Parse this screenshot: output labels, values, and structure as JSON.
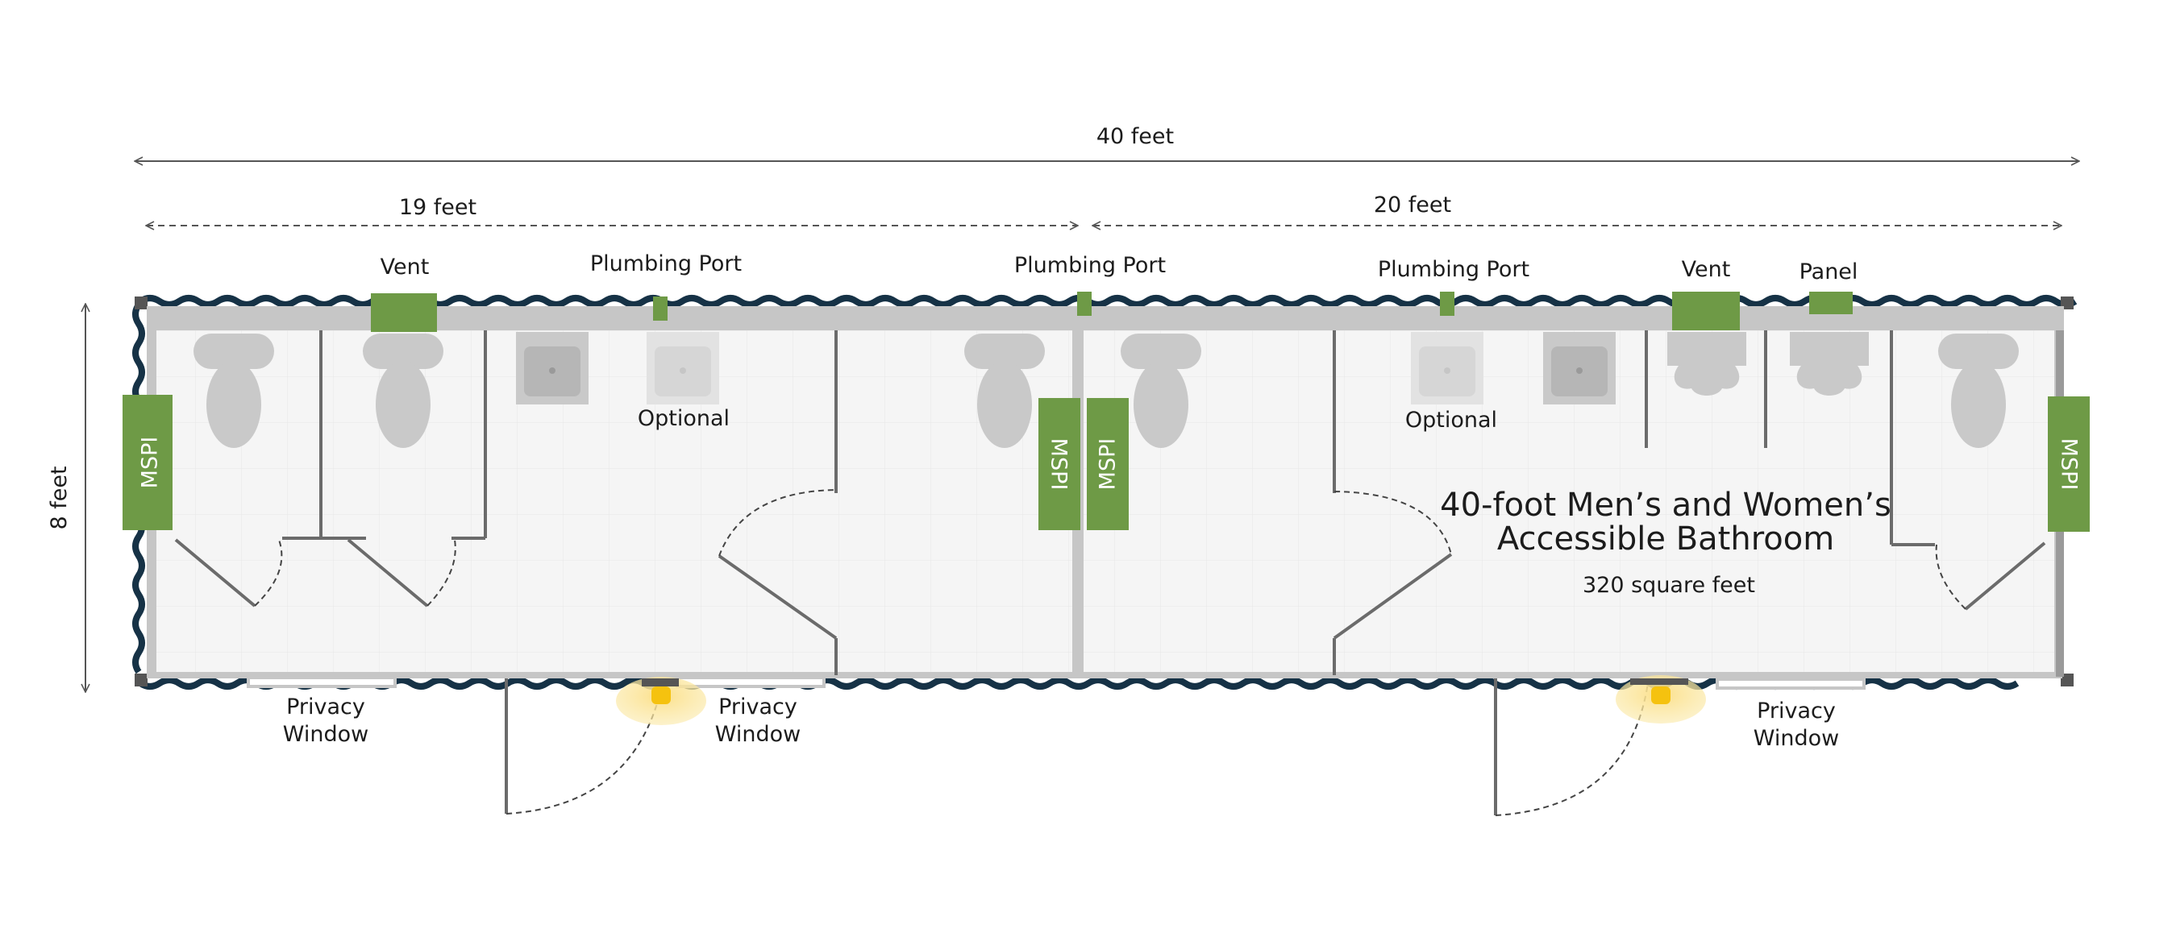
{
  "dimensions": {
    "total_length": "40 feet",
    "left_section": "19 feet",
    "right_section": "20 feet",
    "width": "8 feet"
  },
  "title": {
    "line1": "40-foot Men’s and Women’s",
    "line2": "Accessible Bathroom",
    "area": "320 square feet"
  },
  "top_labels": {
    "vent_left": "Vent",
    "plumbing_port_left": "Plumbing Port",
    "plumbing_port_center": "Plumbing Port",
    "plumbing_port_right": "Plumbing Port",
    "vent_right": "Vent",
    "panel": "Panel"
  },
  "optional_labels": {
    "left": "Optional",
    "right": "Optional"
  },
  "mspi_labels": {
    "far_left": "MSPI",
    "center_left": "MSPI",
    "center_right": "MSPI",
    "far_right": "MSPI"
  },
  "window_labels": {
    "left": [
      "Privacy",
      "Window"
    ],
    "middle": [
      "Privacy",
      "Window"
    ],
    "right": [
      "Privacy",
      "Window"
    ]
  },
  "colors": {
    "accent_green": "#6e9a46",
    "container_navy": "#163246",
    "wall_gray": "#c6c6c6",
    "partition_gray": "#6b6b6b",
    "fixture_gray": "#c9c9c9",
    "floor": "#f4f4f4",
    "light_yellow": "#f5c20f"
  }
}
